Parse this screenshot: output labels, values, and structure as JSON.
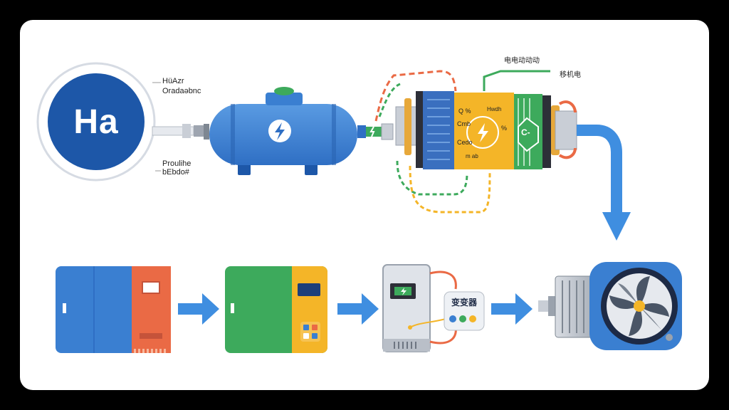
{
  "source_block": {
    "symbol": "Ha",
    "label_top_line1": "HüAzr",
    "label_top_line2": "Oradaəbnc",
    "label_bottom_line1": "Proulihe",
    "label_bottom_line2": "bEbdo#"
  },
  "fuel_cell_block": {
    "label_top_right_1": "电电动动动",
    "label_top_right_2": "移机电",
    "inner_text_1": "Q %",
    "inner_text_2": "Cmb",
    "inner_text_3": "Cedo",
    "inner_text_4": "Hwdh",
    "inner_text_5": "m ab",
    "inner_text_6": "%",
    "inner_text_7": "C-"
  },
  "inverter_block": {
    "label": "变变器"
  },
  "colors": {
    "blue": "#3a7fd1",
    "dark_blue": "#1d57a8",
    "orange": "#ea6a45",
    "green": "#3daa5c",
    "yellow": "#f4b528",
    "gray": "#c8ccd4",
    "arrow_blue": "#3f8ee0"
  }
}
